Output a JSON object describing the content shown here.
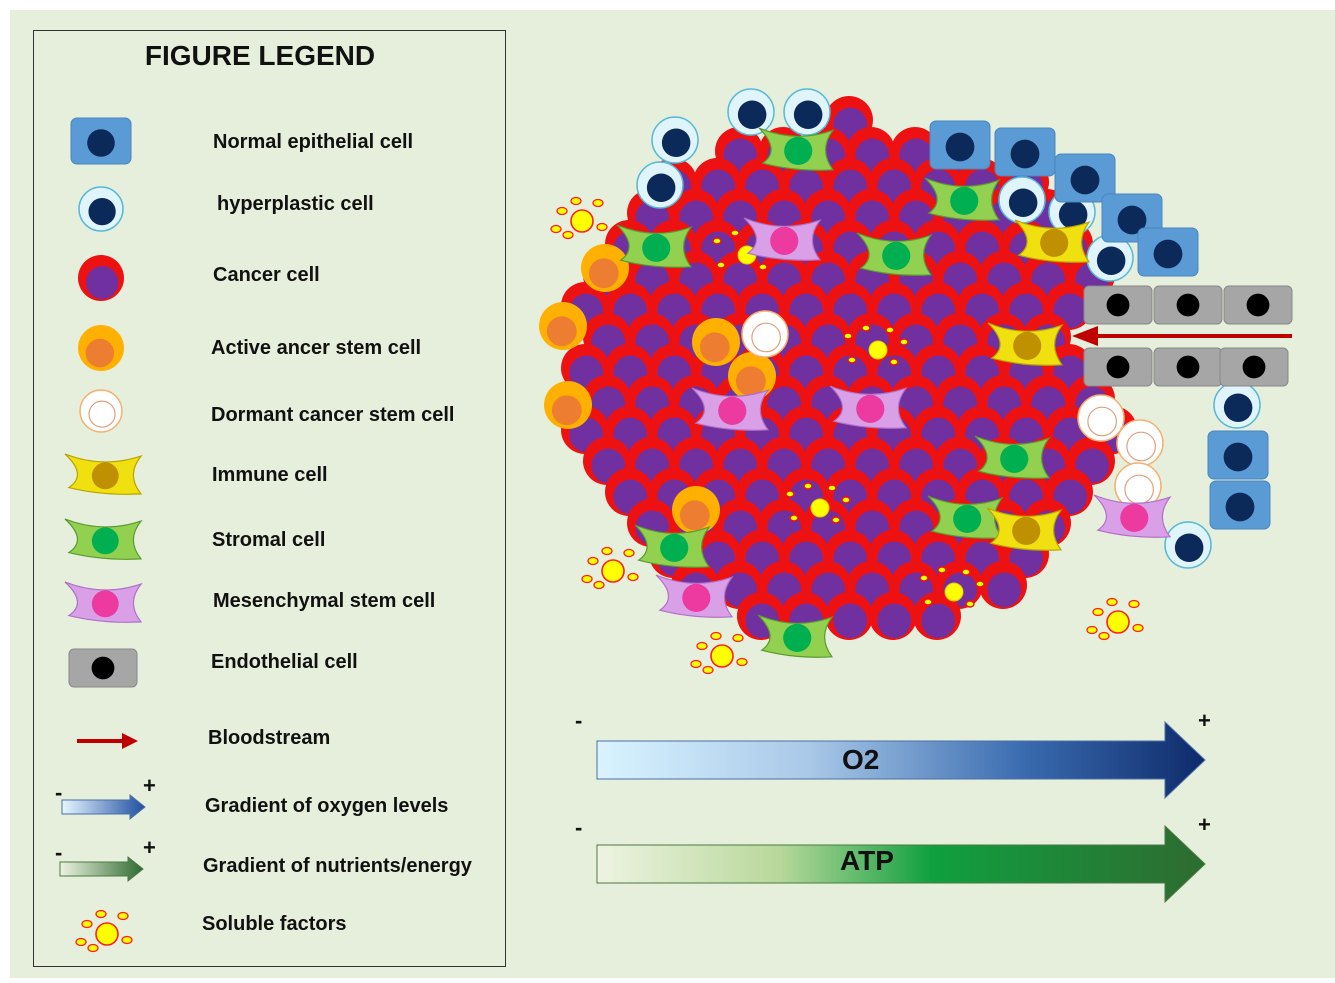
{
  "legend": {
    "title": "FIGURE LEGEND",
    "items": [
      {
        "label": "Normal epithelial cell",
        "icon": "normal-epithelial-cell-icon"
      },
      {
        "label": "hyperplastic cell",
        "icon": "hyperplastic-cell-icon"
      },
      {
        "label": "Cancer cell",
        "icon": "cancer-cell-icon"
      },
      {
        "label": "Active ancer stem cell",
        "icon": "active-cancer-stem-cell-icon"
      },
      {
        "label": "Dormant cancer stem cell",
        "icon": "dormant-cancer-stem-cell-icon"
      },
      {
        "label": "Immune cell",
        "icon": "immune-cell-icon"
      },
      {
        "label": "Stromal cell",
        "icon": "stromal-cell-icon"
      },
      {
        "label": "Mesenchymal stem cell",
        "icon": "mesenchymal-stem-cell-icon"
      },
      {
        "label": "Endothelial cell",
        "icon": "endothelial-cell-icon"
      },
      {
        "label": "Bloodstream",
        "icon": "bloodstream-arrow-icon"
      },
      {
        "label": "Gradient of oxygen levels",
        "icon": "oxygen-gradient-arrow-icon"
      },
      {
        "label": "Gradient of nutrients/energy",
        "icon": "nutrient-gradient-arrow-icon"
      },
      {
        "label": "Soluble factors",
        "icon": "soluble-factors-icon"
      }
    ],
    "minus": "-",
    "plus": "+"
  },
  "gradients": {
    "oxygen": {
      "label": "O2",
      "minus": "-",
      "plus": "+"
    },
    "atp": {
      "label": "ATP",
      "minus": "-",
      "plus": "+"
    }
  },
  "colors": {
    "background": "#e6efdc",
    "cancer_outer": "#ee1111",
    "cancer_inner": "#7030a0",
    "epithelial": "#5b9bd5",
    "nucleus_dark": "#0b2a5a",
    "stem_active_outer": "#ffb000",
    "stem_active_inner": "#ed7d31",
    "immune": "#f0e010",
    "immune_nucleus": "#bf9000",
    "stromal": "#92d050",
    "stromal_nucleus": "#00b050",
    "mesenchymal": "#d9a0e8",
    "mesenchymal_nucleus": "#ec3aa0",
    "endothelial": "#a6a6a6",
    "bloodstream": "#c00000",
    "soluble": "#ffff00",
    "oxygen_start": "#d9f4ff",
    "oxygen_end": "#0e2a6a",
    "atp_start": "#e6efd8",
    "atp_mid": "#10a040",
    "atp_end": "#2e6b30"
  }
}
